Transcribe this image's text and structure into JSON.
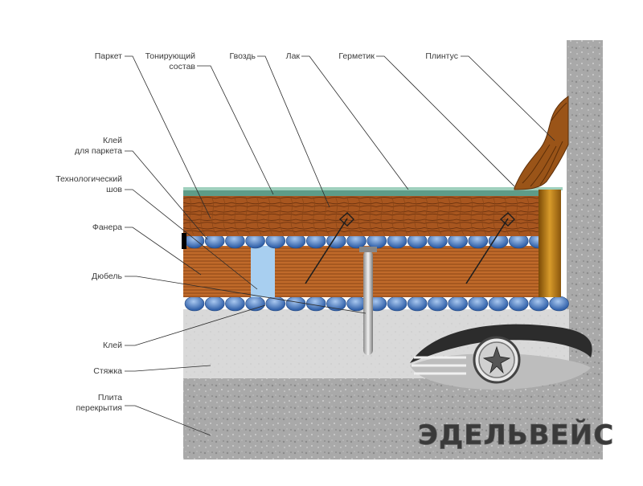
{
  "labels_top": [
    {
      "id": "parket",
      "lines": [
        "Паркет"
      ]
    },
    {
      "id": "toner",
      "lines": [
        "Тонирующий",
        "состав"
      ]
    },
    {
      "id": "nail",
      "lines": [
        "Гвоздь"
      ]
    },
    {
      "id": "lacquer",
      "lines": [
        "Лак"
      ]
    },
    {
      "id": "sealant",
      "lines": [
        "Герметик"
      ]
    },
    {
      "id": "plinth",
      "lines": [
        "Плинтус"
      ]
    }
  ],
  "labels_left": [
    {
      "id": "parquet-glue",
      "lines": [
        "Клей",
        "для паркета"
      ]
    },
    {
      "id": "tech-seam",
      "lines": [
        "Технологический",
        "шов"
      ]
    },
    {
      "id": "plywood",
      "lines": [
        "Фанера"
      ]
    },
    {
      "id": "dowel",
      "lines": [
        "Дюбель"
      ]
    },
    {
      "id": "glue",
      "lines": [
        "Клей"
      ]
    },
    {
      "id": "screed",
      "lines": [
        "Стяжка"
      ]
    },
    {
      "id": "slab",
      "lines": [
        "Плита",
        "перекрытия"
      ]
    }
  ],
  "logo": {
    "text": "ЭДЕЛЬВЕЙС"
  },
  "colors": {
    "wood": "#a8561f",
    "wood_grain": "#6e3410",
    "plywood": "#c06a2a",
    "glue_blue": "#3f6fb0",
    "lacquer": "#7fb8a0",
    "screed": "#d8d8d8",
    "slab": "#a9a9a9",
    "wall": "#b4b4b4",
    "seam": "#a8cff0",
    "sealant": "#c98a1e"
  }
}
